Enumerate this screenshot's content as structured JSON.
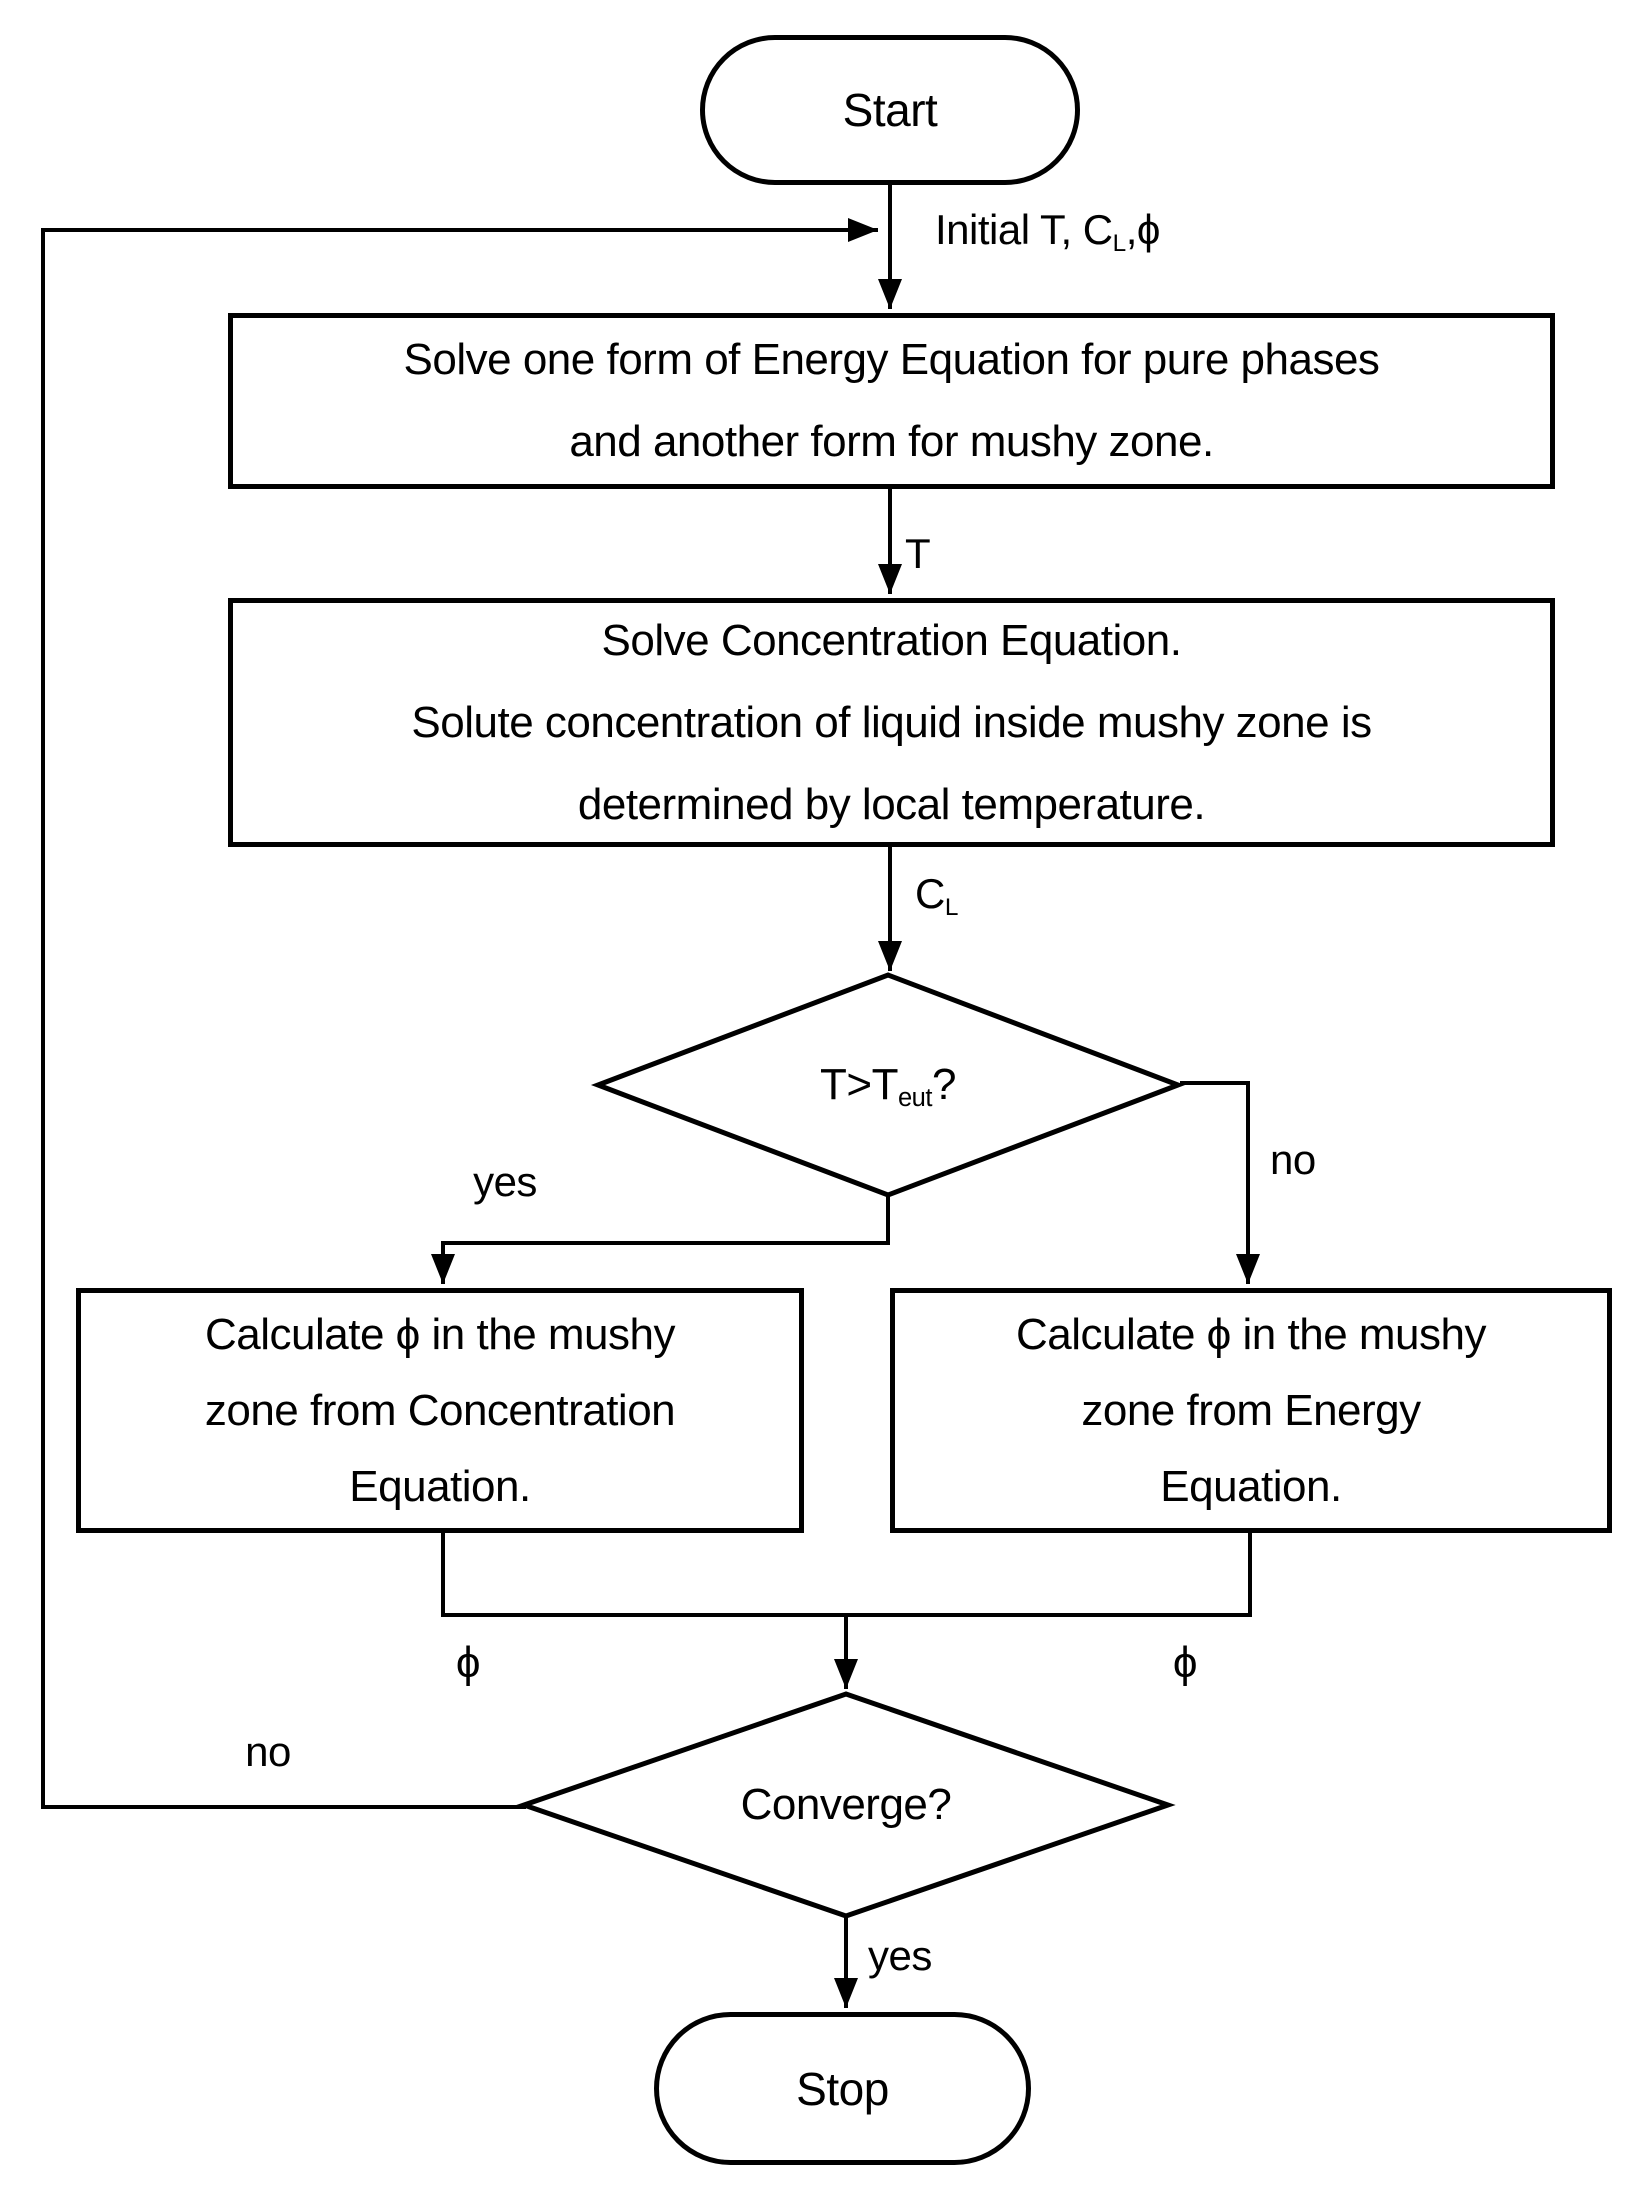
{
  "nodes": {
    "start": {
      "label": "Start"
    },
    "energy_equation": {
      "lines": [
        "Solve one form of Energy Equation for pure phases",
        "and another form for mushy zone."
      ]
    },
    "concentration_equation": {
      "lines": [
        "Solve Concentration Equation.",
        "Solute concentration of liquid inside mushy zone is",
        "determined by local temperature."
      ]
    },
    "decision_teut": {
      "pre": "T>T",
      "sub": "eut",
      "post": "?"
    },
    "calc_concentration": {
      "lines": [
        "Calculate ϕ in the mushy",
        "zone from Concentration",
        "Equation."
      ]
    },
    "calc_energy": {
      "lines": [
        "Calculate ϕ in the mushy",
        "zone from Energy",
        "Equation."
      ]
    },
    "decision_converge": {
      "label": "Converge?"
    },
    "stop": {
      "label": "Stop"
    }
  },
  "edge_labels": {
    "initial": {
      "pre": "Initial T,  C",
      "sub": "L",
      "post": ",ϕ"
    },
    "temperature": "T",
    "concentration": {
      "pre": "C",
      "sub": "L"
    },
    "yes_teut": "yes",
    "no_teut": "no",
    "phi_left": "ϕ",
    "phi_right": "ϕ",
    "no_converge": "no",
    "yes_converge": "yes"
  },
  "colors": {
    "stroke": "#000000",
    "fill": "#ffffff",
    "text": "#000000"
  }
}
